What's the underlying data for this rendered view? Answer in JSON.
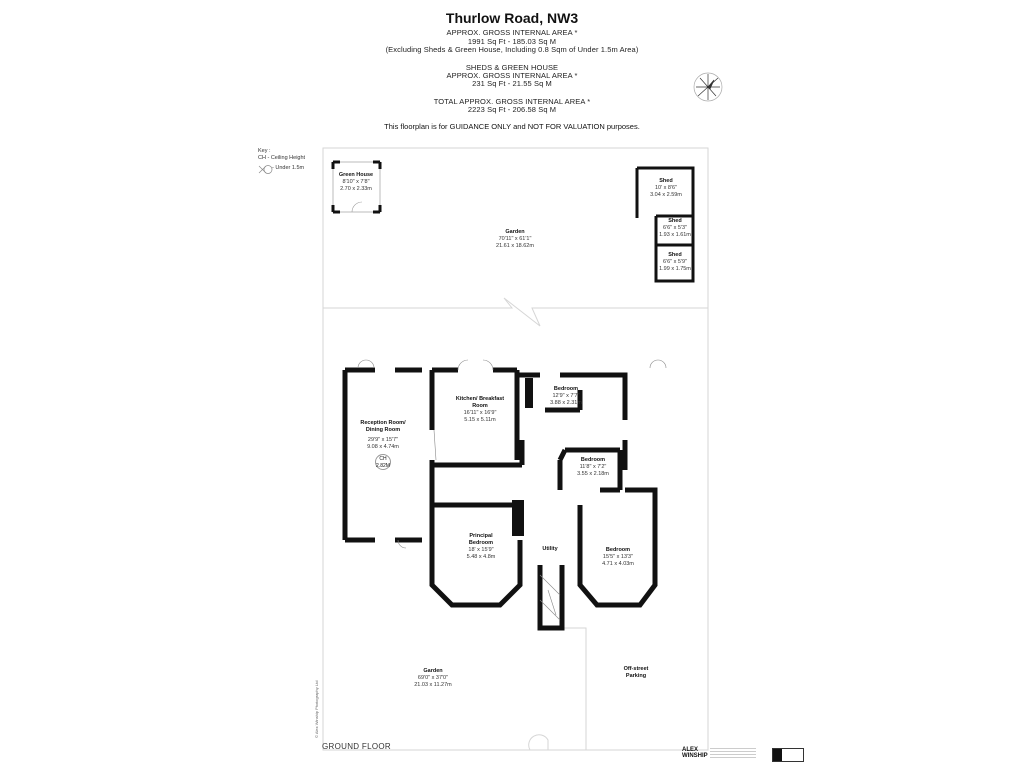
{
  "header": {
    "title": "Thurlow Road, NW3",
    "lines": [
      "APPROX. GROSS INTERNAL  AREA *",
      "1991 Sq Ft  -  185.03 Sq M",
      "(Excluding Sheds & Green House, Including 0.8 Sqm of Under 1.5m Area)",
      "SHEDS & GREEN HOUSE",
      "APPROX. GROSS INTERNAL  AREA *",
      "231 Sq Ft  -  21.55 Sq M",
      "TOTAL  APPROX. GROSS INTERNAL  AREA *",
      "2223 Sq Ft  -  206.58 Sq M"
    ],
    "disclaimer": "This floorplan is for GUIDANCE ONLY and NOT FOR VALUATION purposes."
  },
  "key": {
    "title": "Key :",
    "ch": "CH - Ceiling Height",
    "under": "- Under 1.5m"
  },
  "rooms": {
    "green_house": {
      "name": "Green House",
      "imperial": "8'10\" x 7'8\"",
      "metric": "2.70 x 2.33m"
    },
    "shed1": {
      "name": "Shed",
      "imperial": "10' x 8'6\"",
      "metric": "3.04 x 2.59m"
    },
    "shed2": {
      "name": "Shed",
      "imperial": "6'6\" x 5'3\"",
      "metric": "1.93 x 1.61m"
    },
    "shed3": {
      "name": "Shed",
      "imperial": "6'6\" x 5'9\"",
      "metric": "1.99 x 1.75m"
    },
    "garden_rear": {
      "name": "Garden",
      "imperial": "70'11\" x 61'1\"",
      "metric": "21.61 x 18.62m"
    },
    "reception": {
      "name": "Reception Room/ Dining Room",
      "imperial": "29'9\" x 15'7\"",
      "metric": "9.08 x 4.74m",
      "ch": "CH",
      "ch_value": "2.82M"
    },
    "kitchen": {
      "name": "Kitchen/ Breakfast Room",
      "imperial": "16'11\" x 16'9\"",
      "metric": "5.15 x 5.11m"
    },
    "bedroom_top": {
      "name": "Bedroom",
      "imperial": "12'9\" x 7'7\"",
      "metric": "3.88 x 2.31m"
    },
    "bedroom_mid": {
      "name": "Bedroom",
      "imperial": "11'8\" x 7'2\"",
      "metric": "3.55 x 2.18m"
    },
    "principal": {
      "name": "Principal Bedroom",
      "imperial": "18' x 15'9\"",
      "metric": "5.48 x 4.8m"
    },
    "utility": {
      "name": "Utility"
    },
    "bedroom_front": {
      "name": "Bedroom",
      "imperial": "15'5\" x 13'3\"",
      "metric": "4.71 x 4.03m"
    },
    "garden_front": {
      "name": "Garden",
      "imperial": "69'0\" x 37'0\"",
      "metric": "21.03 x 11.27m"
    },
    "parking": {
      "name": "Off-street Parking"
    }
  },
  "footer": {
    "floor": "GROUND FLOOR",
    "copyright": "© Alex Winship Photography Ltd",
    "logo_line1": "ALEX",
    "logo_line2": "WINSHIP"
  },
  "icons": {
    "compass": "compass-rose-icon",
    "under_height": "under-height-icon"
  }
}
